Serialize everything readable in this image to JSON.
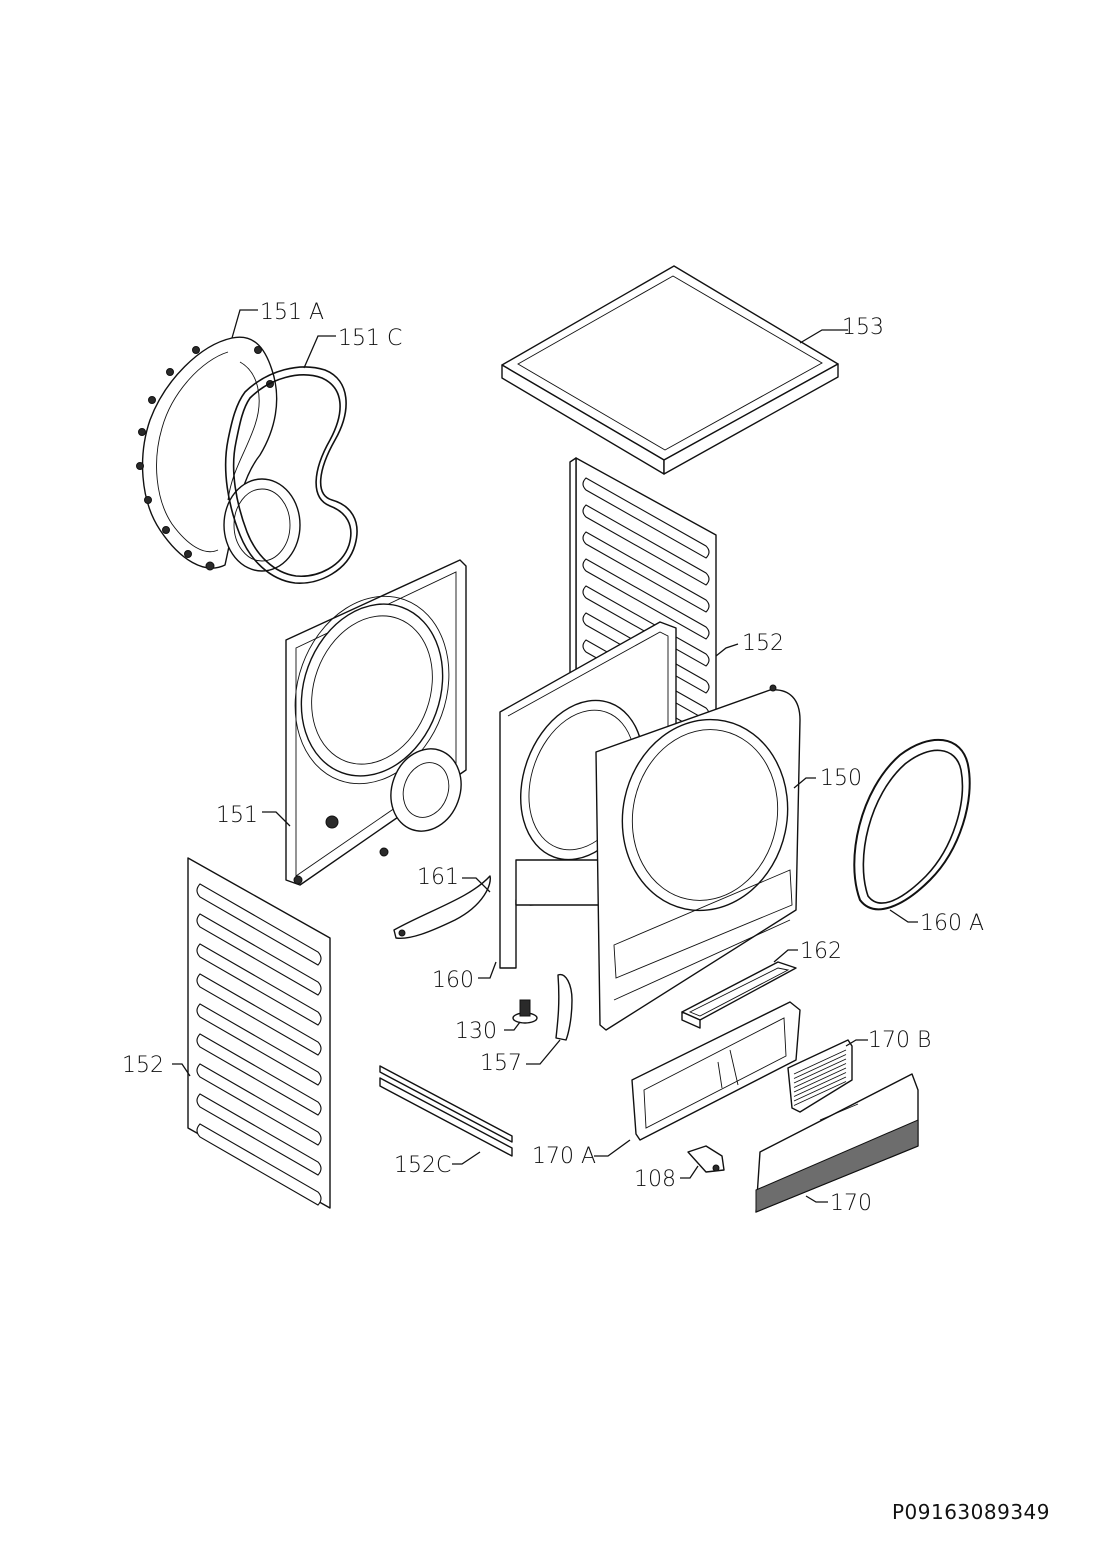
{
  "document_id": "P09163089349",
  "callouts": {
    "c151a": "151 A",
    "c151c": "151 C",
    "c153": "153",
    "c152_top": "152",
    "c150": "150",
    "c151": "151",
    "c161": "161",
    "c160a": "160 A",
    "c160": "160",
    "c162": "162",
    "c130": "130",
    "c157": "157",
    "c170b": "170 B",
    "c152_left": "152",
    "c152c": "152C",
    "c170a": "170 A",
    "c108": "108",
    "c170": "170"
  }
}
